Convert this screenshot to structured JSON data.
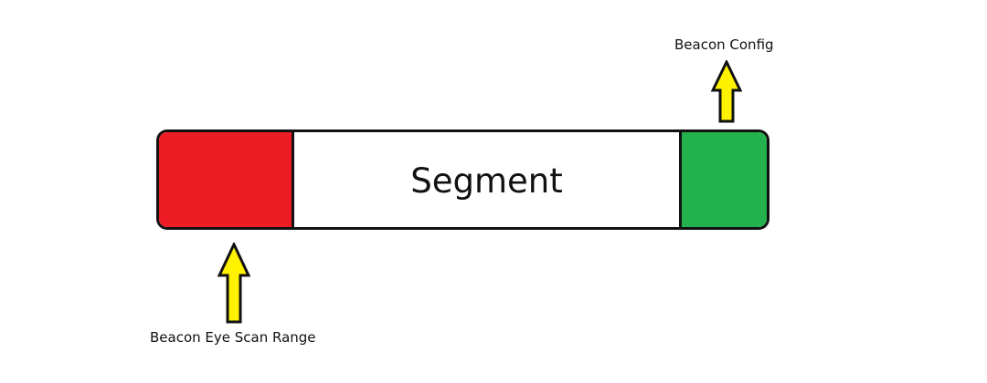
{
  "labels": {
    "beacon_config": "Beacon Config",
    "scan_range": "Beacon Eye Scan Range",
    "segment": "Segment"
  },
  "colors": {
    "scan_range": "#ee1c24",
    "segment": "#ffffff",
    "config": "#22b14c",
    "arrow_fill": "#fff200",
    "outline": "#111111"
  },
  "icons": {
    "config_arrow": "up-arrow-icon",
    "scan_arrow": "up-arrow-icon"
  }
}
